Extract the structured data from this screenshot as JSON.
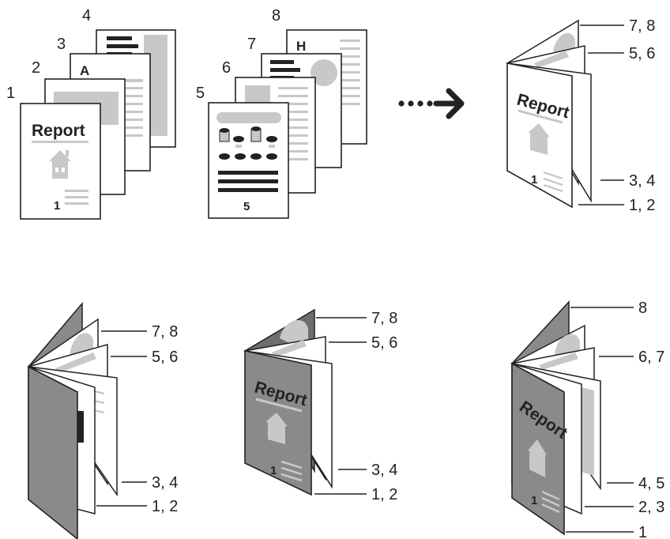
{
  "colors": {
    "stroke": "#222222",
    "gray": "#c8c8c8",
    "dark_cover": "#8a8a8a",
    "dark_band": "#6e6e6e",
    "paper": "#ffffff"
  },
  "top_left": {
    "page_numbers": [
      "1",
      "2",
      "3",
      "4"
    ],
    "cover_title": "Report",
    "cover_page_number": "1",
    "page3_letter": "A"
  },
  "top_middle": {
    "page_numbers": [
      "5",
      "6",
      "7",
      "8"
    ],
    "page5_number": "5",
    "page8_letter": "H"
  },
  "arrow": {
    "icon": "dotted-arrow-right-icon"
  },
  "booklet_top_right": {
    "title": "Report",
    "page_number": "1",
    "labels": [
      "7, 8",
      "5, 6",
      "3, 4",
      "1, 2"
    ]
  },
  "booklet_bottom_left": {
    "labels": [
      "7, 8",
      "5, 6",
      "3, 4",
      "1, 2"
    ]
  },
  "booklet_bottom_middle": {
    "title": "Report",
    "page_number": "1",
    "labels": [
      "7, 8",
      "5, 6",
      "3, 4",
      "1, 2"
    ]
  },
  "booklet_bottom_right": {
    "title": "Report",
    "page_number": "1",
    "labels": [
      "8",
      "6, 7",
      "4, 5",
      "2, 3",
      "1"
    ]
  }
}
